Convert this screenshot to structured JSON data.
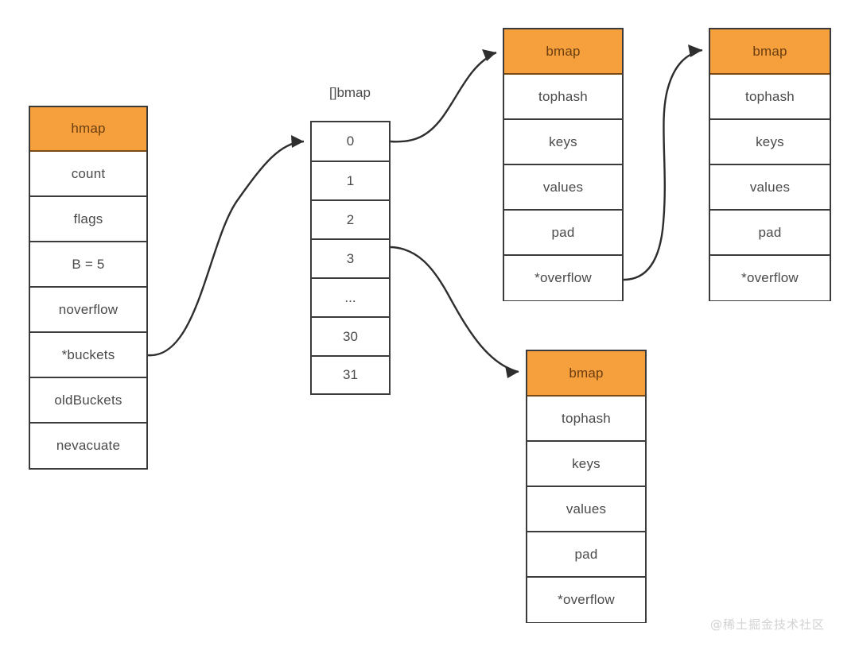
{
  "diagram": {
    "title_label": "[]bmap",
    "watermark": "@稀土掘金技术社区",
    "colors": {
      "header_fill": "#f5a03c",
      "header_text": "#6b3d10",
      "border": "#3b3b3b",
      "text": "#4a4a4a",
      "background": "#ffffff",
      "arrow": "#2e2e2e"
    },
    "hmap": {
      "header": "hmap",
      "fields": [
        "count",
        "flags",
        "B = 5",
        "noverflow",
        "*buckets",
        "oldBuckets",
        "nevacuate"
      ]
    },
    "buckets_array": {
      "label": "[]bmap",
      "cells": [
        "0",
        "1",
        "2",
        "3",
        "...",
        "30",
        "31"
      ]
    },
    "bmap_template": {
      "header": "bmap",
      "fields": [
        "tophash",
        "keys",
        "values",
        "pad",
        "*overflow"
      ]
    },
    "bmaps": [
      {
        "id": "bmap-bucket0",
        "header": "bmap",
        "fields": [
          "tophash",
          "keys",
          "values",
          "pad",
          "*overflow"
        ]
      },
      {
        "id": "bmap-overflow0",
        "header": "bmap",
        "fields": [
          "tophash",
          "keys",
          "values",
          "pad",
          "*overflow"
        ]
      },
      {
        "id": "bmap-bucket3",
        "header": "bmap",
        "fields": [
          "tophash",
          "keys",
          "values",
          "pad",
          "*overflow"
        ]
      }
    ],
    "edges": [
      {
        "name": "buckets-to-array",
        "from": "hmap.*buckets",
        "to": "buckets_array.cell0"
      },
      {
        "name": "cell0-to-bmap0",
        "from": "buckets_array.cell0",
        "to": "bmap-bucket0.header"
      },
      {
        "name": "cell3-to-bmap3",
        "from": "buckets_array.cell3",
        "to": "bmap-bucket3.header"
      },
      {
        "name": "overflow-to-bmap1",
        "from": "bmap-bucket0.*overflow",
        "to": "bmap-overflow0.header"
      }
    ]
  }
}
